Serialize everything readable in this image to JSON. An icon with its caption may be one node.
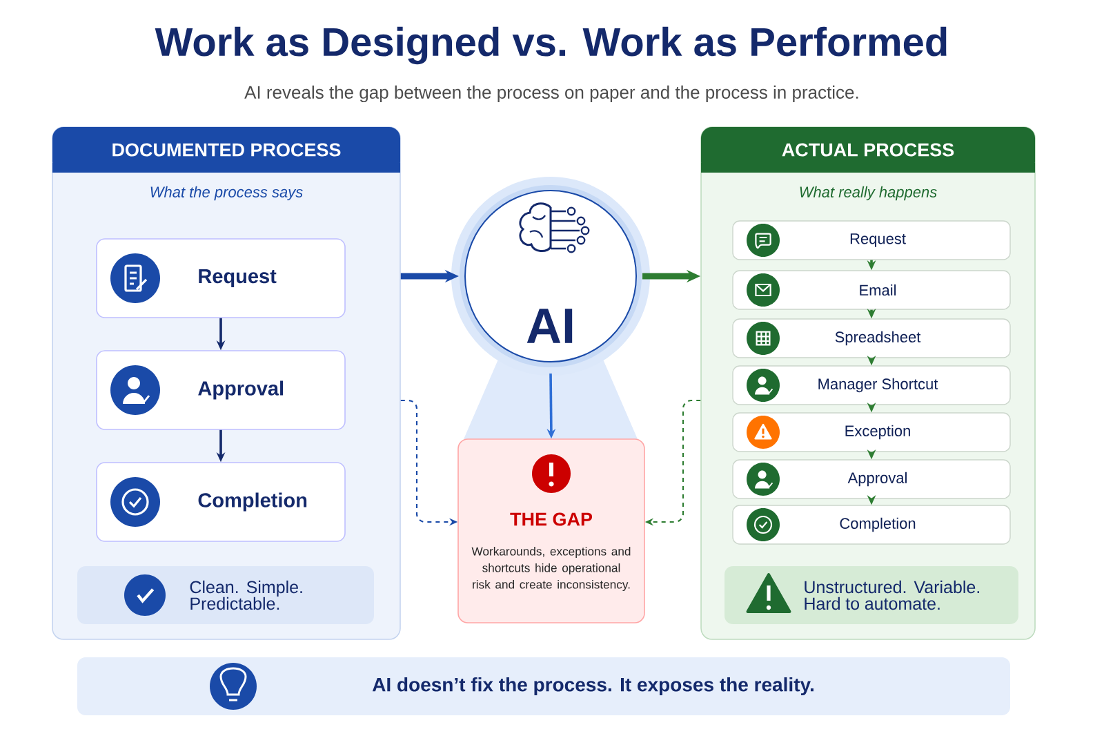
{
  "diagram": {
    "title": "Work as Designed vs. Work as Performed",
    "nodes": [
      {
        "text": [
          "DOCUMENTED PROCESS",
          "What the process says"
        ]
      },
      {
        "text": [
          "Request"
        ],
        "in": 0
      },
      {
        "text": [
          "Approval"
        ],
        "in": 0
      },
      {
        "text": [
          "Completion"
        ],
        "in": 0
      },
      {
        "text": [
          "Clean. Simple. Predictable."
        ],
        "in": 0
      },
      {
        "text": [
          "AI"
        ]
      },
      {
        "text": [
          "THE GAP",
          "Workarounds, exceptions and shortcuts hide operational risk and create inconsistency."
        ]
      },
      {
        "text": [
          "ACTUAL PROCESS",
          "What really happens"
        ]
      },
      {
        "text": [
          "Request"
        ],
        "in": 7
      },
      {
        "text": [
          "Email"
        ],
        "in": 7
      },
      {
        "text": [
          "Spreadsheet"
        ],
        "in": 7
      },
      {
        "text": [
          "Manager Shortcut"
        ],
        "in": 7
      },
      {
        "text": [
          "Exception"
        ],
        "in": 7
      },
      {
        "text": [
          "Approval"
        ],
        "in": 7
      },
      {
        "text": [
          "Completion"
        ],
        "in": 7
      },
      {
        "text": [
          "Unstructured. Variable. Hard to automate."
        ],
        "in": 7
      },
      {
        "text": [
          "AI doesn’t fix the process. It exposes the reality."
        ]
      }
    ],
    "edges": [
      {
        "from": 1,
        "to": 2,
        "arrow": "to",
        "color": "#14296b"
      },
      {
        "from": 2,
        "to": 3,
        "arrow": "to",
        "color": "#14296b"
      },
      {
        "from": 0,
        "to": 5,
        "arrow": "to",
        "style": "thick",
        "color": "#1a4aa8"
      },
      {
        "from": 5,
        "to": 7,
        "arrow": "to",
        "style": "thick"
      },
      {
        "from": 5,
        "to": 6,
        "arrow": "to",
        "color": "#2f6fd6"
      },
      {
        "from": 0,
        "to": 6,
        "arrow": "to",
        "style": "dashed",
        "color": "#1a4aa8"
      },
      {
        "from": 7,
        "to": 6,
        "arrow": "to",
        "style": "dashed"
      },
      {
        "from": 8,
        "to": 9,
        "arrow": "to"
      },
      {
        "from": 9,
        "to": 10,
        "arrow": "to"
      },
      {
        "from": 10,
        "to": 11,
        "arrow": "to"
      },
      {
        "from": 11,
        "to": 12,
        "arrow": "to"
      },
      {
        "from": 12,
        "to": 13,
        "arrow": "to"
      },
      {
        "from": 13,
        "to": 14,
        "arrow": "to"
      }
    ],
    "labels": [
      "AI reveals the gap between the process on paper and the process in practice."
    ]
  }
}
